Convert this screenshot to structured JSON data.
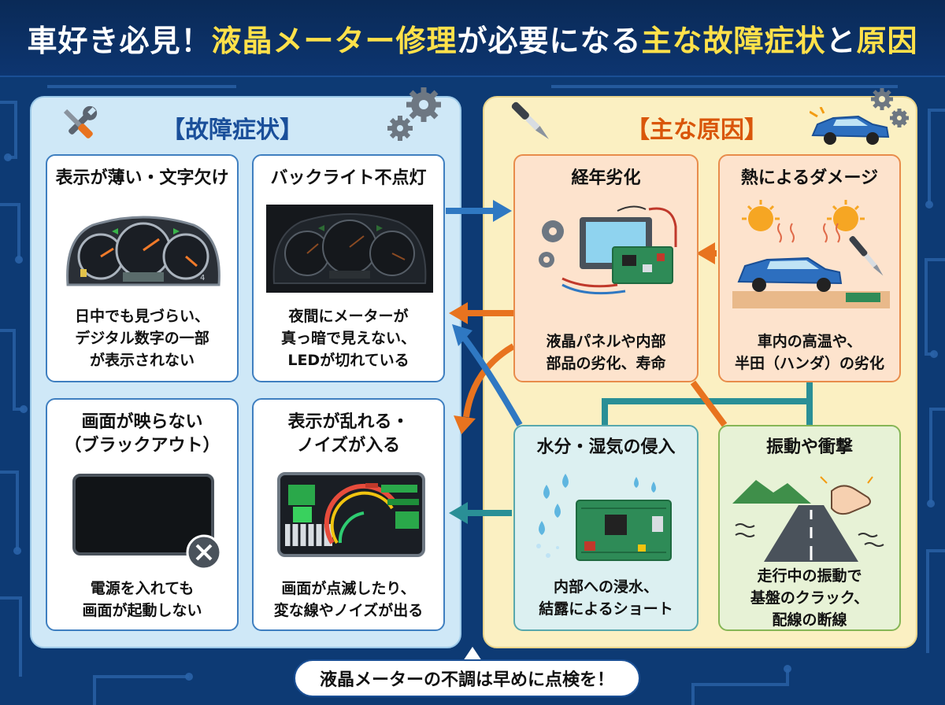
{
  "title": {
    "part1": "車好き必見！",
    "part2": "液晶メーター修理",
    "part3": "が必要になる",
    "part4": "主な故障症状",
    "part5": "と",
    "part6": "原因"
  },
  "symptoms": {
    "heading": "【故障症状】",
    "cards": [
      {
        "title": "表示が薄い・文字欠け",
        "desc": "日中でも見づらい、\nデジタル数字の一部\nが表示されない"
      },
      {
        "title": "バックライト不点灯",
        "desc": "夜間にメーターが\n真っ暗で見えない、\nLEDが切れている"
      },
      {
        "title": "画面が映らない\n（ブラックアウト）",
        "desc": "電源を入れても\n画面が起動しない"
      },
      {
        "title": "表示が乱れる・\nノイズが入る",
        "desc": "画面が点滅したり、\n変な線やノイズが出る"
      }
    ]
  },
  "causes": {
    "heading": "【主な原因】",
    "cards": [
      {
        "title": "経年劣化",
        "desc": "液晶パネルや内部\n部品の劣化、寿命"
      },
      {
        "title": "熱によるダメージ",
        "desc": "車内の高温や、\n半田（ハンダ）の劣化"
      },
      {
        "title": "水分・湿気の侵入",
        "desc": "内部への浸水、\n結露によるショート"
      },
      {
        "title": "振動や衝撃",
        "desc": "走行中の振動で\n基盤のクラック、\n配線の断線"
      }
    ]
  },
  "dash_readout": "4",
  "footer": "液晶メーターの不調は早めに点検を！",
  "colors": {
    "navy": "#0d3a74",
    "yellow": "#ffe14a",
    "orange_arrow": "#e8731f",
    "blue_arrow": "#2f78c2",
    "teal_arrow": "#2a8f96"
  }
}
